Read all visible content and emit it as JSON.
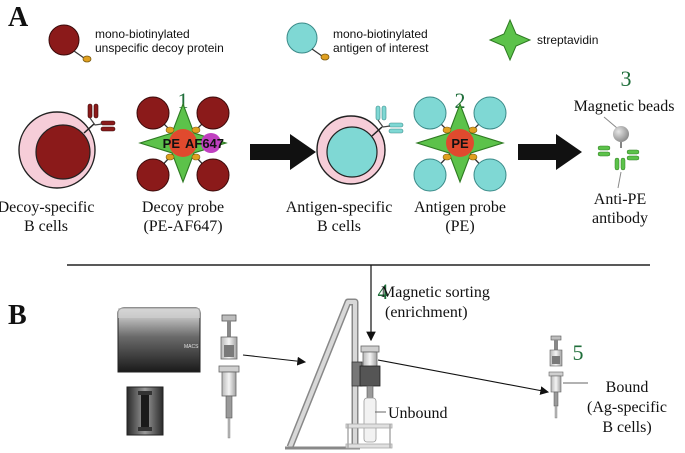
{
  "panels": {
    "a": "A",
    "b": "B"
  },
  "legend": {
    "decoy_line1": "mono-biotinylated",
    "decoy_line2": "unspecific decoy protein",
    "antigen_line1": "mono-biotinylated",
    "antigen_line2": "antigen of interest",
    "streptavidin": "streptavidin"
  },
  "steps": {
    "s1": "1",
    "s2": "2",
    "s3": "3",
    "s4": "4",
    "s5": "5"
  },
  "labels": {
    "decoy_cells_1": "Decoy-specific",
    "decoy_cells_2": "B cells",
    "decoy_probe_1": "Decoy probe",
    "decoy_probe_2": "(PE-AF647)",
    "antigen_cells_1": "Antigen-specific",
    "antigen_cells_2": "B cells",
    "antigen_probe_1": "Antigen probe",
    "antigen_probe_2": "(PE)",
    "beads": "Magnetic beads",
    "anti_pe_1": "Anti-PE",
    "anti_pe_2": "antibody",
    "sorting_1": "Magnetic sorting",
    "sorting_2": "(enrichment)",
    "unbound": "Unbound",
    "bound_1": "Bound",
    "bound_2": "(Ag-specific",
    "bound_3": "B cells)"
  },
  "probe_tags": {
    "pe": "PE",
    "af647": "AF647",
    "pe_only": "PE"
  },
  "device_brand": "MACS",
  "colors": {
    "decoy": "#8b1a1a",
    "antigen": "#7fd8d4",
    "biotin": "#e0a020",
    "streptavidin": "#5cc24a",
    "cell_membrane": "#f6cdd8",
    "pe_core": "#e04a2e",
    "af647": "#c040c0",
    "step_green": "#1f6e3a"
  }
}
